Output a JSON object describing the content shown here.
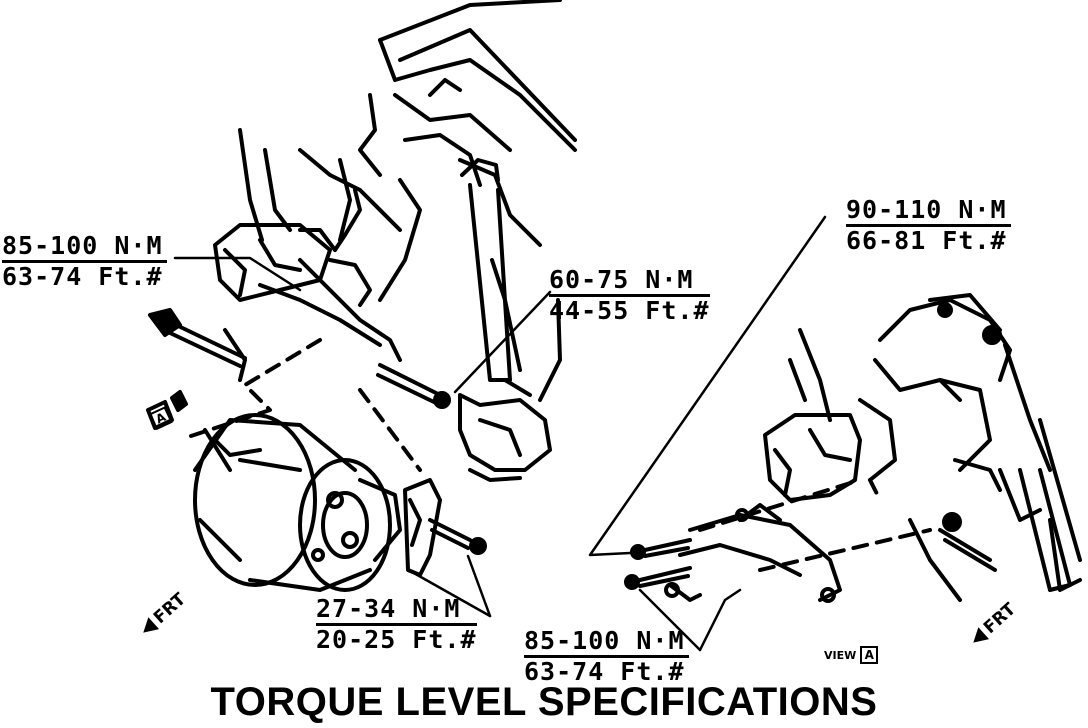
{
  "title": "TORQUE LEVEL SPECIFICATIONS",
  "callouts": {
    "upper_left": {
      "metric": "85-100 N·M",
      "imperial": "63-74 Ft.#"
    },
    "upper_middle": {
      "metric": "60-75 N·M",
      "imperial": "44-55 Ft.#"
    },
    "lower_middle": {
      "metric": "27-34 N·M",
      "imperial": "20-25 Ft.#"
    },
    "upper_right": {
      "metric": "90-110 N·M",
      "imperial": "66-81 Ft.#"
    },
    "lower_right": {
      "metric": "85-100 N·M",
      "imperial": "63-74 Ft.#"
    }
  },
  "direction_labels": {
    "left": "FRT",
    "right": "FRT"
  },
  "view_markers": {
    "left_letter": "A",
    "right_prefix": "VIEW",
    "right_letter": "A"
  }
}
